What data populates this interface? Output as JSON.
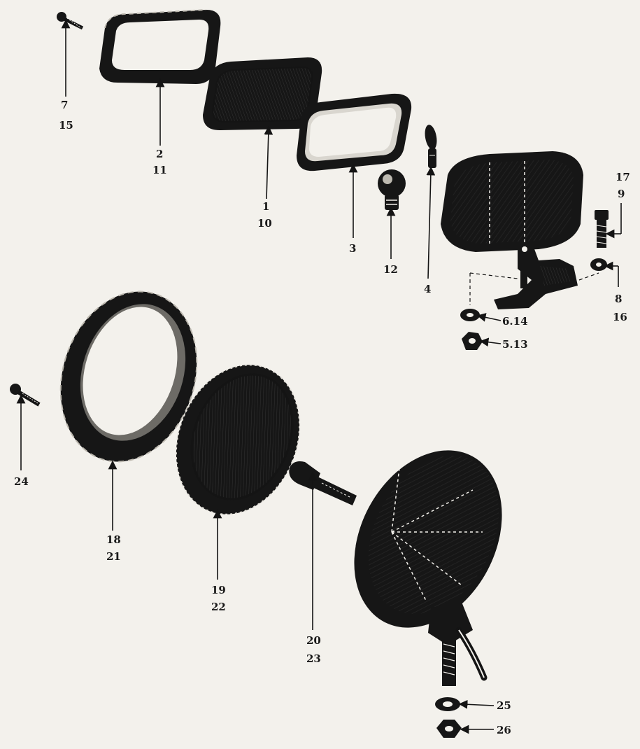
{
  "callouts": {
    "p7_15": [
      "7",
      "15"
    ],
    "p2_11": [
      "2",
      "11"
    ],
    "p1_10": [
      "1",
      "10"
    ],
    "p3": [
      "3"
    ],
    "p12": [
      "12"
    ],
    "p4": [
      "4"
    ],
    "p17_9": [
      "17",
      "9"
    ],
    "p8_16": [
      "8",
      "16"
    ],
    "p6_14": [
      "6.14"
    ],
    "p5_13": [
      "5.13"
    ],
    "p24": [
      "24"
    ],
    "p18_21": [
      "18",
      "21"
    ],
    "p19_22": [
      "19",
      "22"
    ],
    "p20_23": [
      "20",
      "23"
    ],
    "p25": [
      "25"
    ],
    "p26": [
      "26"
    ]
  }
}
